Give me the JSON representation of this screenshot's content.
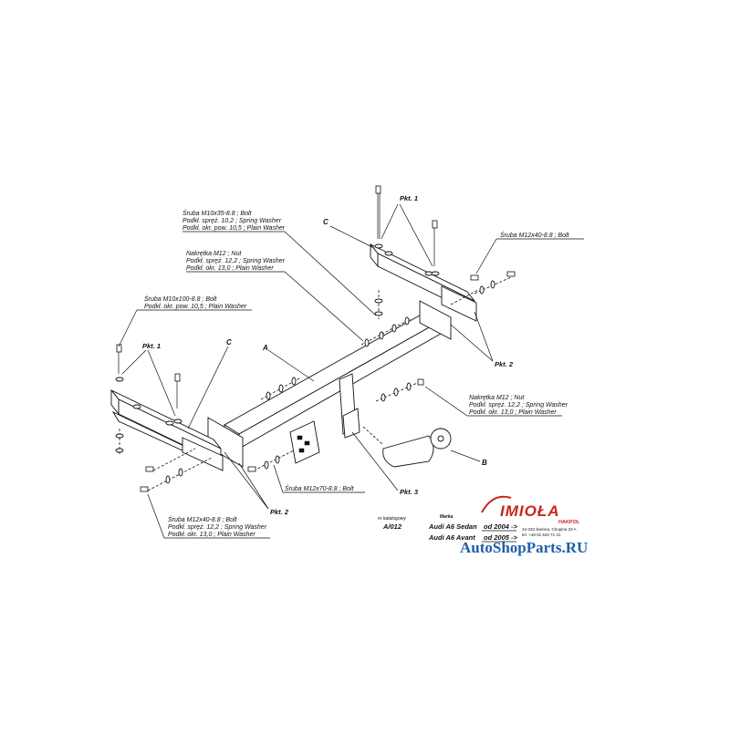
{
  "labels": {
    "upper_left_bolt": [
      "Śruba M10x35-8.8  ;  Bolt",
      "Podkł. spręż. 10,2 ; Spring Washer",
      "Podkł. okr. pow. 10,5 ; Plain Washer"
    ],
    "upper_left_nut": [
      "Nakrętka  M12 ; Nut",
      "Podkł. spręż. 12,2 ; Spring Washer",
      "Podkł. okr. 13,0 ; Plain Washer"
    ],
    "left_bolt": [
      "Śruba M10x100-8.8  ;  Bolt",
      "Podkł. okr. pow. 10,5 ; Plain Washer"
    ],
    "upper_right_bolt": [
      "Śruba M12x40-8.8  ;  Bolt"
    ],
    "right_nut": [
      "Nakrętka  M12 ; Nut",
      "Podkł. spręż. 12,2 ; Spring Washer",
      "Podkł. okr. 13,0 ; Plain Washer"
    ],
    "bottom_bolt_m12x70": [
      "Śruba M12x70-8.8  ;  Bolt"
    ],
    "bottom_left_bolt": [
      "Śruba M12x40-8.8  ;  Bolt",
      "Podkł. spręż. 12,2 ; Spring Washer",
      "Podkł. okr. 13,0 ; Plain Washer"
    ]
  },
  "points": {
    "pkt1_top": "Pkt. 1",
    "pkt1_left": "Pkt. 1",
    "pkt2_right": "Pkt. 2",
    "pkt2_bottom": "Pkt. 2",
    "pkt3": "Pkt. 3"
  },
  "letters": {
    "a": "A",
    "b": "B",
    "c_top": "C",
    "c_left": "C"
  },
  "info": {
    "model_caption": "nr katalogowy",
    "model_code": "A/012",
    "marka_header": "Marka",
    "cars": [
      {
        "name": "Audi A6 Sedan",
        "from": "od 2004 ->"
      },
      {
        "name": "Audi A6 Avant",
        "from": "od 2005 ->"
      }
    ],
    "address_lines": [
      "34-333 Świnna, Chopina 23 A",
      "tel. +48 01 532 71 21"
    ]
  },
  "brand": {
    "name": "IMIOŁA",
    "sub": "HAKPOL",
    "color": "#c8261c"
  },
  "watermark": {
    "text": "AutoShopParts.RU",
    "color": "#1f5fa8"
  }
}
